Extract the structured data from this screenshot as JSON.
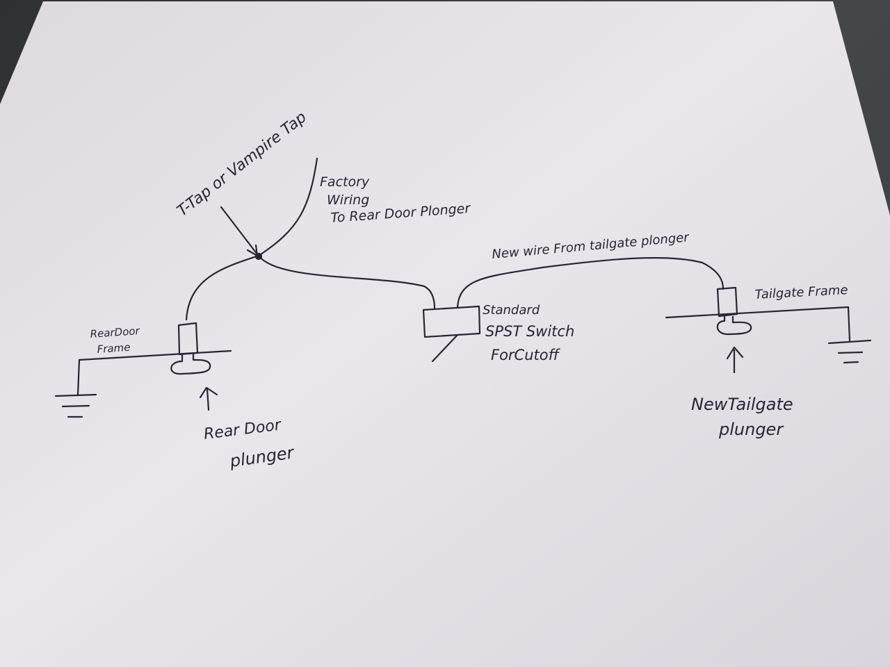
{
  "diagram": {
    "labels": {
      "t_tap": "T-Tap or Vampire Tap",
      "factory_line1": "Factory",
      "factory_line2": "Wiring",
      "factory_line3": "To Rear Door Plonger",
      "new_wire": "New wire From tailgate plonger",
      "switch_line1": "Standard",
      "switch_line2": "SPST Switch",
      "switch_line3": "ForCutoff",
      "tailgate_frame": "Tailgate Frame",
      "rear_door_frame_line1": "RearDoor",
      "rear_door_frame_line2": "Frame",
      "rear_plunger_line1": "Rear Door",
      "rear_plunger_line2": "plunger",
      "tailgate_plunger_line1": "NewTailgate",
      "tailgate_plunger_line2": "plunger"
    },
    "colors": {
      "ink": "#2a2333",
      "paper": "#e6e4e8",
      "desk": "#3a3b3f"
    }
  }
}
